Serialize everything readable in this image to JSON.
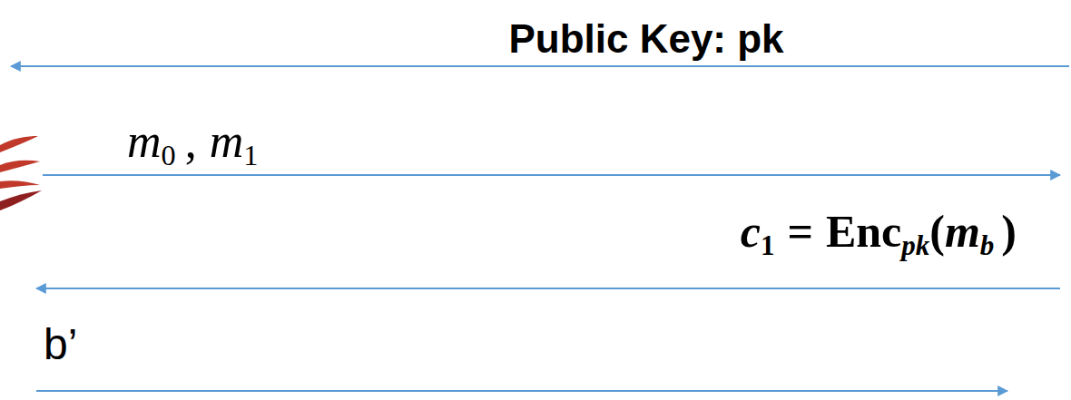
{
  "diagram": {
    "labels": [
      "Public Key: pk",
      "m",
      "0",
      ",",
      "m",
      "1",
      "c",
      "1",
      "=",
      "Enc",
      "pk",
      "(",
      "m",
      "b",
      ")",
      "b’"
    ]
  }
}
